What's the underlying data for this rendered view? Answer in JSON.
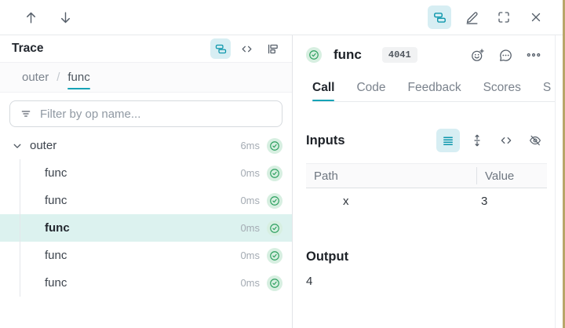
{
  "colors": {
    "accent": "#16a3b6",
    "accent_icon": "#0e97ac",
    "accent_bg": "#d7eef3",
    "selected_row_bg": "#dcf2ef",
    "success": "#2da05f",
    "success_bg": "#d7efe1"
  },
  "top_bar": {
    "icons": [
      "up-arrow",
      "down-arrow",
      "tree-view",
      "edit-pencil",
      "fullscreen",
      "close"
    ],
    "active_icon": "tree-view"
  },
  "left_panel": {
    "title": "Trace",
    "view_icons": [
      "tree-view",
      "code",
      "flame-graph"
    ],
    "active_view_icon": "tree-view",
    "breadcrumb": {
      "parent": "outer",
      "current": "func"
    },
    "filter": {
      "placeholder": "Filter by op name...",
      "value": "",
      "icon": "filter-lines"
    },
    "tree": [
      {
        "label": "outer",
        "duration": "6ms",
        "depth": 0,
        "expanded": true,
        "selected": false,
        "status": "success"
      },
      {
        "label": "func",
        "duration": "0ms",
        "depth": 1,
        "expanded": false,
        "selected": false,
        "status": "success"
      },
      {
        "label": "func",
        "duration": "0ms",
        "depth": 1,
        "expanded": false,
        "selected": false,
        "status": "success"
      },
      {
        "label": "func",
        "duration": "0ms",
        "depth": 1,
        "expanded": false,
        "selected": true,
        "status": "success"
      },
      {
        "label": "func",
        "duration": "0ms",
        "depth": 1,
        "expanded": false,
        "selected": false,
        "status": "success"
      },
      {
        "label": "func",
        "duration": "0ms",
        "depth": 1,
        "expanded": false,
        "selected": false,
        "status": "success"
      }
    ]
  },
  "detail_panel": {
    "status": "success",
    "title": "func",
    "badge": "4041",
    "action_icons": [
      "add-reaction",
      "comment",
      "overflow-menu"
    ],
    "tabs": [
      {
        "label": "Call",
        "active": true
      },
      {
        "label": "Code",
        "active": false
      },
      {
        "label": "Feedback",
        "active": false
      },
      {
        "label": "Scores",
        "active": false
      },
      {
        "label": "S",
        "active": false
      }
    ],
    "inputs": {
      "heading": "Inputs",
      "action_icons": [
        "list-view",
        "expand-vertical",
        "code",
        "hide-eye"
      ],
      "active_action_icon": "list-view",
      "columns": [
        "Path",
        "Value"
      ],
      "rows": [
        {
          "path": "x",
          "value": "3"
        }
      ]
    },
    "output": {
      "heading": "Output",
      "value": "4"
    }
  }
}
